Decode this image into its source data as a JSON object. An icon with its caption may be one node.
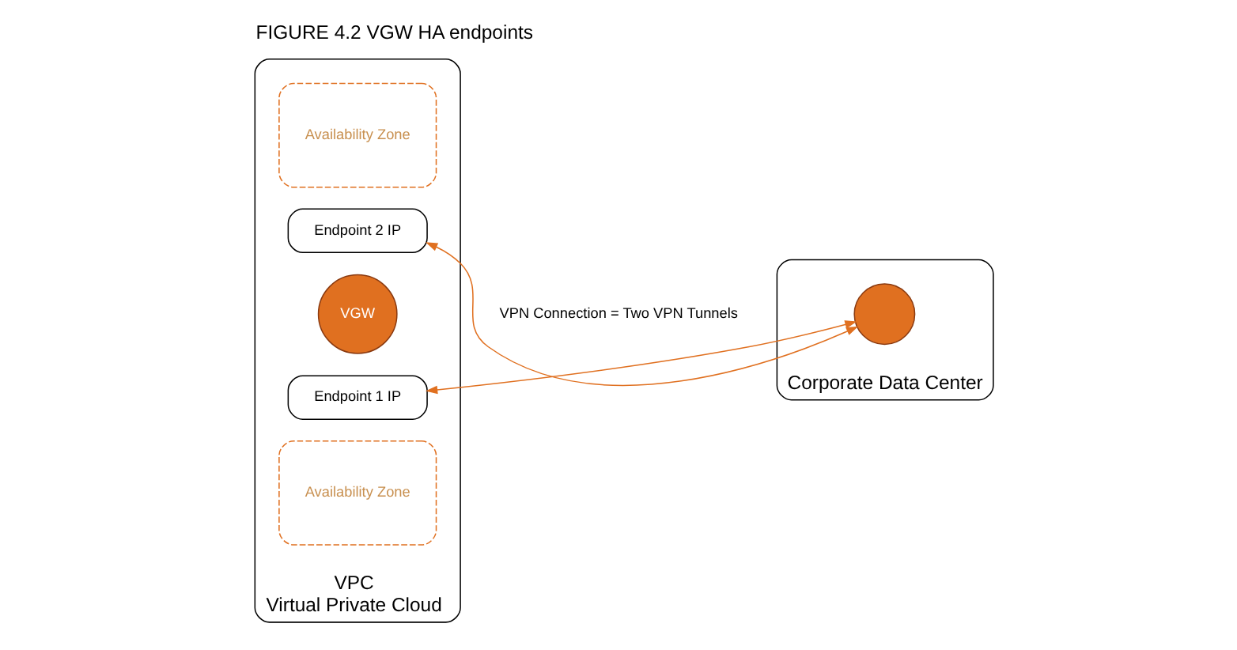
{
  "diagram": {
    "title": "FIGURE 4.2 VGW HA endpoints",
    "nodes": [
      {
        "text": [
          "VPC",
          "Virtual Private Cloud"
        ]
      },
      {
        "text": [
          "Availability Zone"
        ],
        "in": 0
      },
      {
        "text": [
          "Endpoint 1 IP"
        ],
        "in": 0
      },
      {
        "text": [
          "VGW"
        ],
        "in": 0
      },
      {
        "text": [
          "Endpoint 2 IP"
        ],
        "in": 0
      },
      {
        "text": [
          "Availability Zone"
        ],
        "in": 0
      },
      {
        "text": [
          "Corporate Data Center"
        ]
      },
      {
        "text": [],
        "shape": "circle",
        "in": 6
      }
    ],
    "edges": [
      {
        "from": 7,
        "to": 2,
        "arrow": "both"
      },
      {
        "from": 7,
        "to": 4,
        "arrow": "both"
      }
    ],
    "labels": [
      "VPN Connection = Two VPN Tunnels"
    ]
  }
}
